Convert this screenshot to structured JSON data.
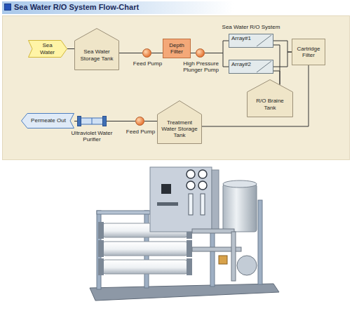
{
  "diagram": {
    "title": "Sea Water R/O System Flow-Chart",
    "nodes": [
      {
        "text": [
          "Sea Water"
        ]
      },
      {
        "text": [
          "Sea Water Storage Tank"
        ]
      },
      {
        "text": [
          "Feed Pump"
        ]
      },
      {
        "text": [
          "Depth Filter"
        ]
      },
      {
        "text": [
          "High Pressure Plunger Pump"
        ]
      },
      {
        "text": [
          "Array#1"
        ]
      },
      {
        "text": [
          "Array#2"
        ]
      },
      {
        "text": [
          "Cartridge Filter"
        ]
      },
      {
        "text": [
          "R/O Braine Tank"
        ]
      },
      {
        "text": [
          "Treatment Water Storage Tank"
        ]
      },
      {
        "text": [
          "Feed Pump"
        ]
      },
      {
        "text": [
          "Ultraviolet Water Purifier"
        ]
      },
      {
        "text": [
          "Permeate Out"
        ]
      }
    ],
    "edges": [
      {
        "from": 0,
        "to": 1,
        "arrow": "none"
      },
      {
        "from": 1,
        "to": 2,
        "arrow": "none"
      },
      {
        "from": 2,
        "to": 3,
        "arrow": "none"
      },
      {
        "from": 3,
        "to": 4,
        "arrow": "none"
      },
      {
        "from": 4,
        "to": 5,
        "arrow": "none"
      },
      {
        "from": 4,
        "to": 6,
        "arrow": "none"
      },
      {
        "from": 5,
        "to": 7,
        "arrow": "none"
      },
      {
        "from": 6,
        "to": 7,
        "arrow": "none"
      },
      {
        "from": 5,
        "to": 8,
        "arrow": "none"
      },
      {
        "from": 6,
        "to": 8,
        "arrow": "none"
      },
      {
        "from": 7,
        "to": 9,
        "arrow": "none"
      },
      {
        "from": 9,
        "to": 10,
        "arrow": "none"
      },
      {
        "from": 10,
        "to": 11,
        "arrow": "none"
      },
      {
        "from": 11,
        "to": 12,
        "arrow": "none"
      }
    ],
    "labels": [
      "Sea Water R/O System"
    ]
  }
}
